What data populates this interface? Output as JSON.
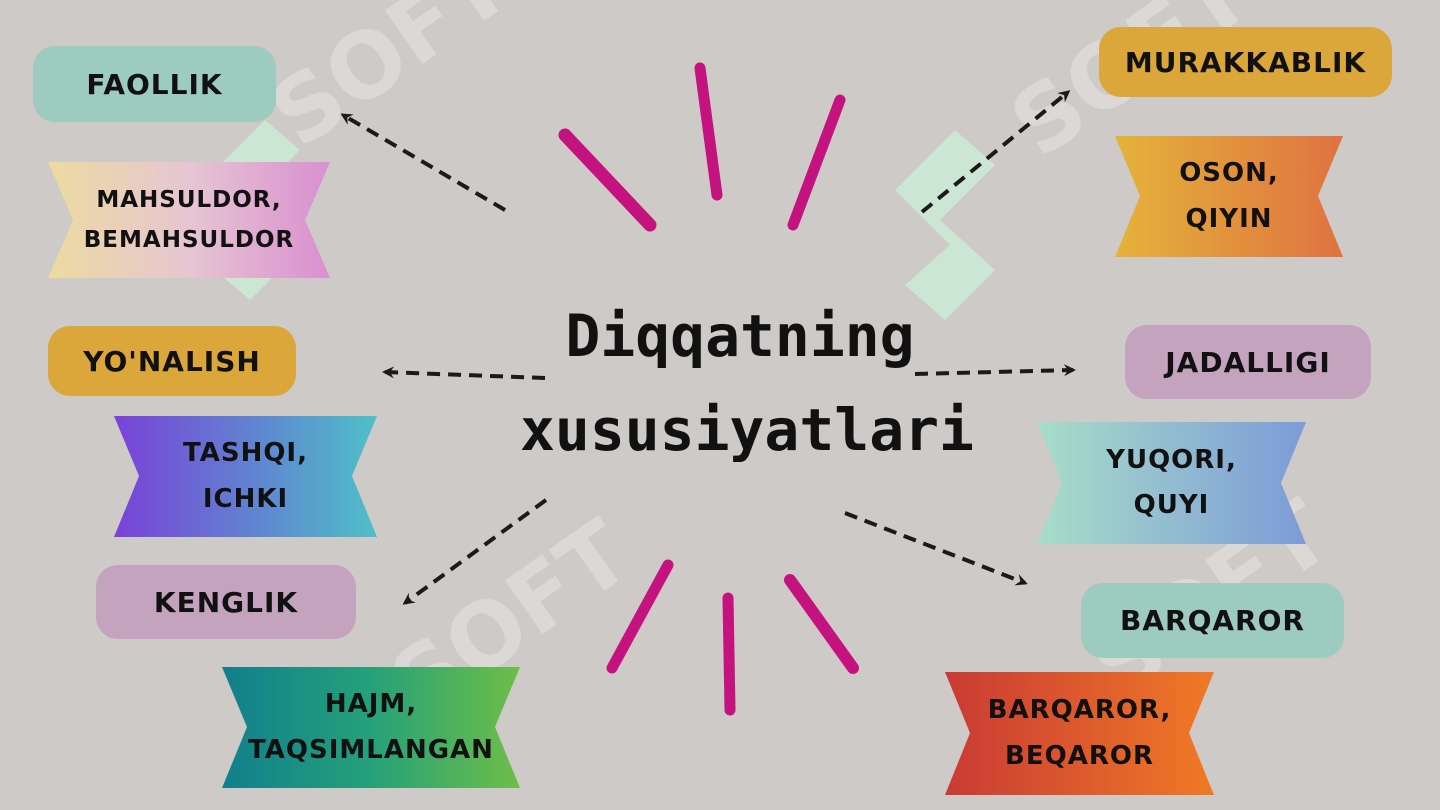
{
  "title": {
    "line1": "Diqqatning",
    "line2": "xususiyatlari"
  },
  "properties": {
    "faollik": {
      "label": "FAOLLIK",
      "values": [
        "MAHSULDOR,",
        "BEMAHSULDOR"
      ]
    },
    "yonalish": {
      "label": "YO'NALISH",
      "values": [
        "TASHQI,",
        "ICHKI"
      ]
    },
    "kenglik": {
      "label": "KENGLIK",
      "values": [
        "HAJM,",
        "TAQSIMLANGAN"
      ]
    },
    "murakkablik": {
      "label": "MURAKKABLIK",
      "values": [
        "OSON,",
        "QIYIN"
      ]
    },
    "jadalligi": {
      "label": "JADALLIGI",
      "values": [
        "YUQORI,",
        "QUYI"
      ]
    },
    "barqaror": {
      "label": "BARQAROR",
      "values": [
        "BARQAROR,",
        "BEQAROR"
      ]
    }
  },
  "colors": {
    "background": "#cdcac7",
    "accent_strokes": "#c4127e",
    "arrow": "#1a1a1a",
    "faollik_pill": "#9ecbbf",
    "yonalish_pill": "#dba63a",
    "kenglik_pill": "#c3a3bd",
    "murakkablik_pill": "#dba63a",
    "jadalligi_pill": "#c3a3bd",
    "barqaror_pill": "#9ecbbf",
    "watermark": "#c9f0d8"
  },
  "watermark": {
    "icon": "soft-logo-icon",
    "text": "SOFT"
  }
}
